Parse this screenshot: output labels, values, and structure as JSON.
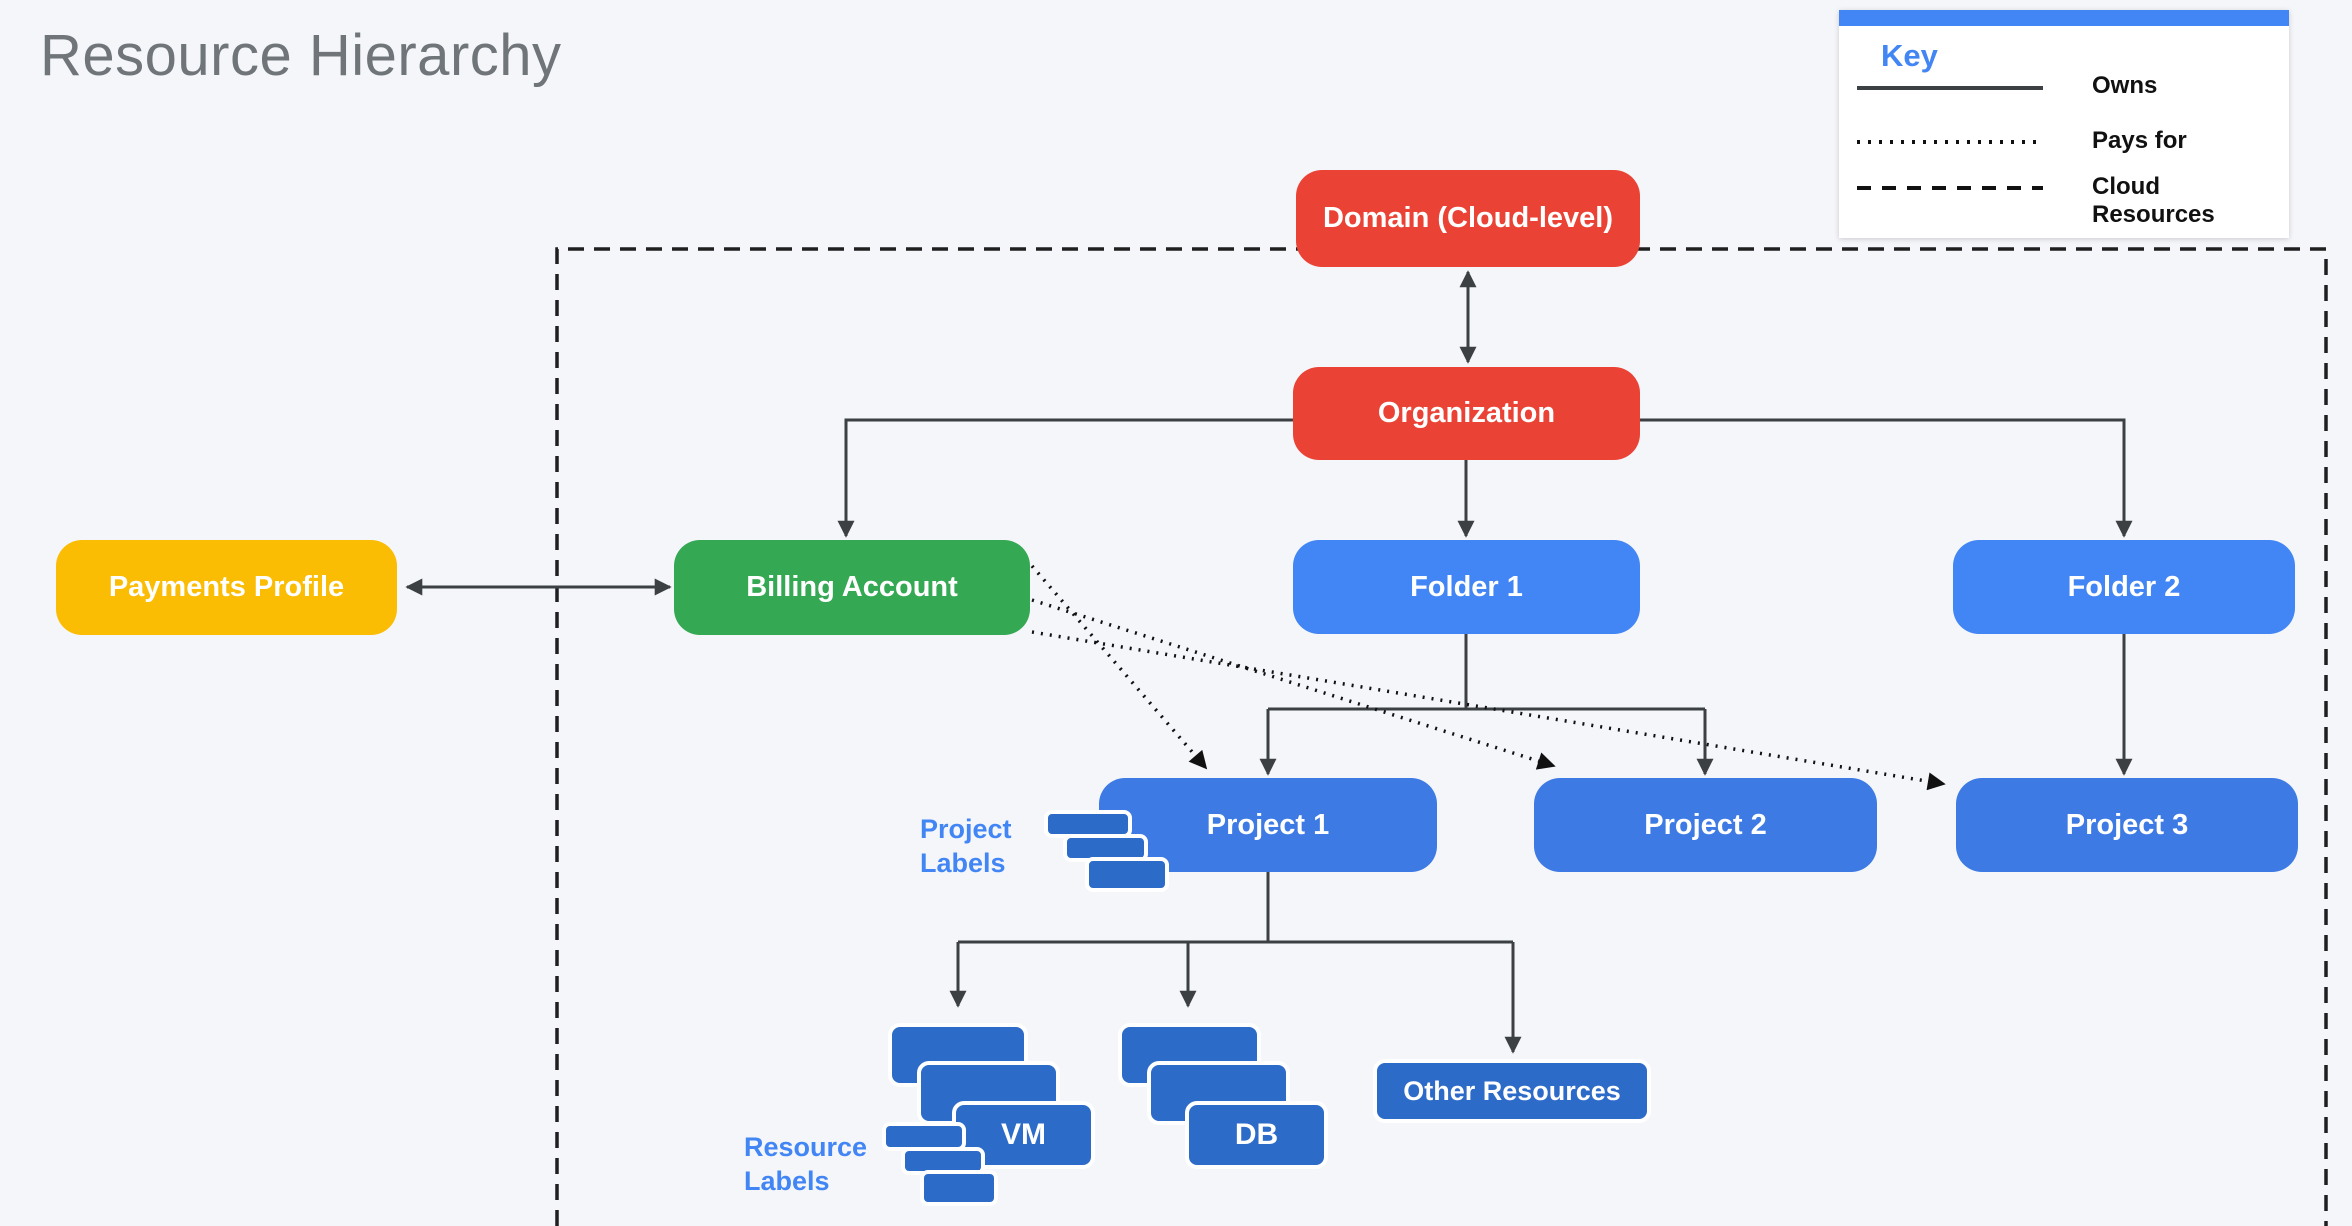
{
  "title": "Resource Hierarchy",
  "key": {
    "heading": "Key",
    "items": [
      {
        "label": "Owns",
        "style": "solid"
      },
      {
        "label": "Pays for",
        "style": "dotted"
      },
      {
        "label": "Cloud Resources",
        "style": "dashed"
      }
    ]
  },
  "nodes": {
    "domain": "Domain (Cloud-level)",
    "organization": "Organization",
    "payments_profile": "Payments Profile",
    "billing_account": "Billing Account",
    "folder_1": "Folder 1",
    "folder_2": "Folder 2",
    "project_1": "Project 1",
    "project_2": "Project 2",
    "project_3": "Project 3",
    "vm": "VM",
    "db": "DB",
    "other_resources": "Other Resources"
  },
  "annotations": {
    "project_labels": "Project\nLabels",
    "resource_labels": "Resource\nLabels"
  },
  "palette": {
    "red": "#EA4335",
    "yellow": "#FBBC04",
    "green": "#34A853",
    "folder_blue": "#4285F4",
    "project_blue": "#3D7AE4",
    "resource_blue": "#2D6BC8",
    "line": "#3C4043",
    "background": "#F5F6FA",
    "title_gray": "#70757a"
  }
}
